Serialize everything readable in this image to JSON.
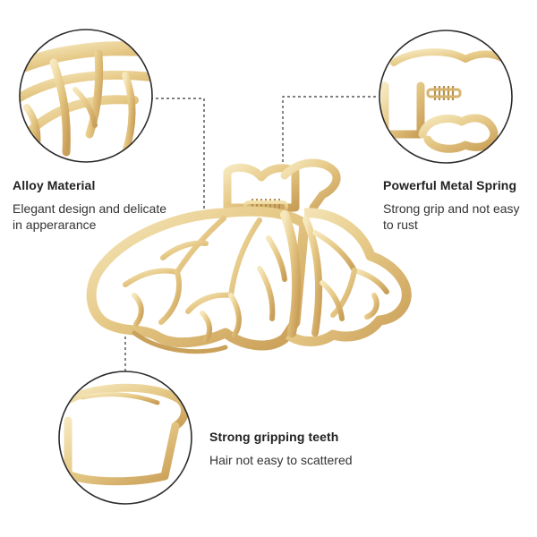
{
  "features": {
    "alloy": {
      "title": "Alloy Material",
      "desc_line1": "Elegant design and delicate",
      "desc_line2": "in apperarance"
    },
    "spring": {
      "title": "Powerful Metal Spring",
      "desc_line1": "Strong grip and not easy",
      "desc_line2": "to rust"
    },
    "teeth": {
      "title": "Strong gripping teeth",
      "desc_line1": "Hair not easy to scattered"
    }
  },
  "colors": {
    "gold_light": "#f1dfa6",
    "gold_mid": "#e2c27a",
    "gold_dark": "#c9a15a",
    "circle_border": "#2b2b2b",
    "leader_line": "#333333",
    "text": "#222222"
  },
  "icons": {
    "main_product": "butterfly-hair-claw-clip",
    "zoom_alloy": "wing-detail-zoom",
    "zoom_spring": "spring-hinge-zoom",
    "zoom_teeth": "teeth-detail-zoom"
  }
}
